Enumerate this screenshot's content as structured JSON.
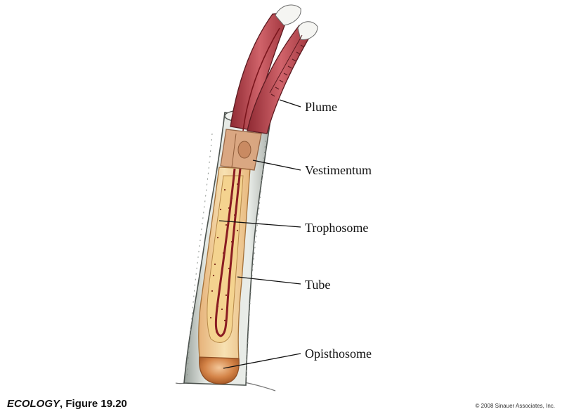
{
  "labels": {
    "plume": "Plume",
    "vestimentum": "Vestimentum",
    "trophosome": "Trophosome",
    "tube": "Tube",
    "opisthosome": "Opisthosome"
  },
  "caption": {
    "book": "ECOLOGY",
    "figure": "Figure 19.20"
  },
  "copyright": "© 2008 Sinauer Associates, Inc.",
  "colors": {
    "plume": "#b5424a",
    "vestimentum": "#d29a72",
    "trophosome": "#f0d59c",
    "tube": "#dde1dc",
    "opisthosome": "#cc7a3e",
    "blood_vessel": "#8a1c22"
  }
}
